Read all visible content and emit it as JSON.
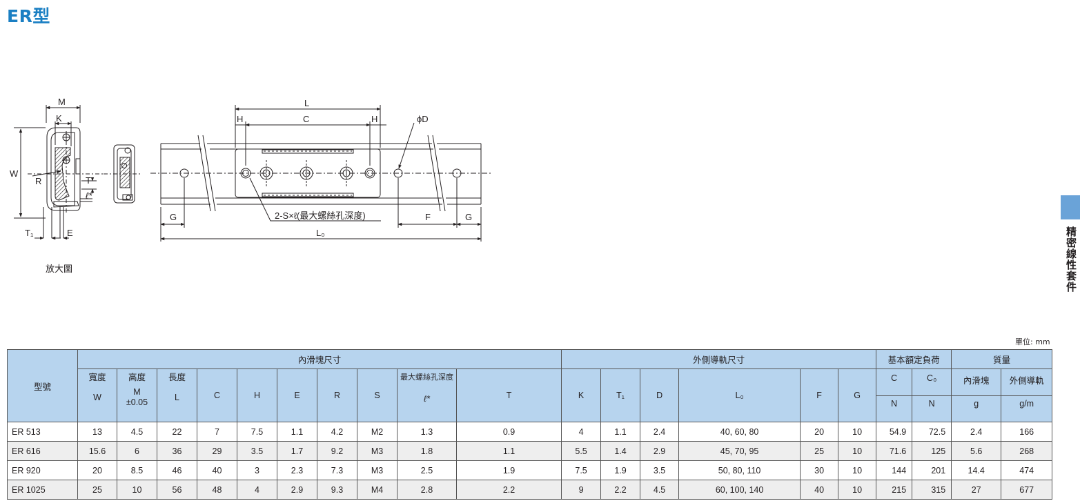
{
  "title": "ER型",
  "side_label": "精密線性套件",
  "drawing": {
    "labels": {
      "M": "M",
      "K": "K",
      "W": "W",
      "R": "R",
      "T": "T",
      "l_star": "ℓ*",
      "T1": "T₁",
      "E": "E",
      "L": "L",
      "C": "C",
      "H_left": "H",
      "H_right": "H",
      "phiD": "ϕD",
      "G_left": "G",
      "G_right": "G",
      "F": "F",
      "L0": "L₀",
      "screw_callout": "2-S×ℓ(最大螺絲孔深度)"
    },
    "zoom_caption": "放大圖"
  },
  "unit_label": "單位: mm",
  "table": {
    "header": {
      "model": "型號",
      "groups": {
        "block": "內滑塊尺寸",
        "rail": "外側導軌尺寸",
        "load": "基本額定負荷",
        "mass": "質量"
      },
      "block_sub": {
        "W_top": "寬度",
        "W": "W",
        "M_top": "高度",
        "M": "M",
        "M_tol": "±0.05",
        "L_top": "長度",
        "L": "L",
        "C": "C",
        "H": "H",
        "E": "E",
        "R": "R",
        "S": "S",
        "l_top": "最大螺絲孔深度",
        "l": "ℓ*",
        "T": "T"
      },
      "rail_sub": {
        "K": "K",
        "T1": "T₁",
        "D": "D",
        "L0": "L₀",
        "F": "F",
        "G": "G"
      },
      "load_sub": {
        "C": "C",
        "C_unit": "N",
        "C0": "C₀",
        "C0_unit": "N"
      },
      "mass_sub": {
        "block": "內滑塊",
        "block_unit": "g",
        "rail": "外側導軌",
        "rail_unit": "g/m"
      }
    },
    "rows": [
      {
        "model": "ER 513",
        "W": "13",
        "M": "4.5",
        "L": "22",
        "C": "7",
        "H": "7.5",
        "E": "1.1",
        "R": "4.2",
        "S": "M2",
        "l": "1.3",
        "T": "0.9",
        "K": "4",
        "T1": "1.1",
        "D": "2.4",
        "L0": "40, 60, 80",
        "F": "20",
        "G": "10",
        "Cload": "54.9",
        "C0": "72.5",
        "mass_block": "2.4",
        "mass_rail": "166"
      },
      {
        "model": "ER 616",
        "W": "15.6",
        "M": "6",
        "L": "36",
        "C": "29",
        "H": "3.5",
        "E": "1.7",
        "R": "9.2",
        "S": "M3",
        "l": "1.8",
        "T": "1.1",
        "K": "5.5",
        "T1": "1.4",
        "D": "2.9",
        "L0": "45, 70, 95",
        "F": "25",
        "G": "10",
        "Cload": "71.6",
        "C0": "125",
        "mass_block": "5.6",
        "mass_rail": "268"
      },
      {
        "model": "ER 920",
        "W": "20",
        "M": "8.5",
        "L": "46",
        "C": "40",
        "H": "3",
        "E": "2.3",
        "R": "7.3",
        "S": "M3",
        "l": "2.5",
        "T": "1.9",
        "K": "7.5",
        "T1": "1.9",
        "D": "3.5",
        "L0": "50, 80, 110",
        "F": "30",
        "G": "10",
        "Cload": "144",
        "C0": "201",
        "mass_block": "14.4",
        "mass_rail": "474"
      },
      {
        "model": "ER 1025",
        "W": "25",
        "M": "10",
        "L": "56",
        "C": "48",
        "H": "4",
        "E": "2.9",
        "R": "9.3",
        "S": "M4",
        "l": "2.8",
        "T": "2.2",
        "K": "9",
        "T1": "2.2",
        "D": "4.5",
        "L0": "60, 100, 140",
        "F": "40",
        "G": "10",
        "Cload": "215",
        "C0": "315",
        "mass_block": "27",
        "mass_rail": "677"
      }
    ]
  },
  "colors": {
    "title": "#1a7fc3",
    "header_bg": "#b7d4ee",
    "side_tab": "#6aa3d8",
    "row_shade": "#eeeeee"
  }
}
